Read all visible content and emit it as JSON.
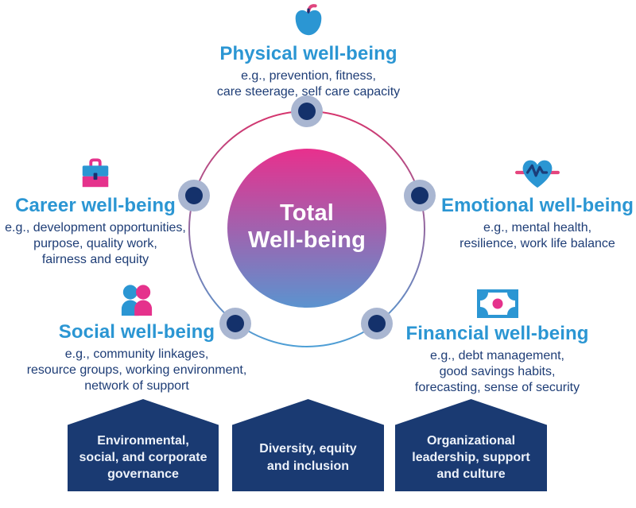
{
  "center": {
    "label": "Total\nWell-being"
  },
  "categories": [
    {
      "id": "physical",
      "icon": "apple-icon",
      "label": "Physical well-being",
      "examples": "e.g., prevention, fitness,\ncare steerage, self care capacity"
    },
    {
      "id": "career",
      "icon": "briefcase-icon",
      "label": "Career well-being",
      "examples": "e.g., development opportunities,\npurpose, quality work,\nfairness and equity"
    },
    {
      "id": "emotional",
      "icon": "heart-pulse-icon",
      "label": "Emotional well-being",
      "examples": "e.g., mental health,\nresilience, work life balance"
    },
    {
      "id": "social",
      "icon": "people-icon",
      "label": "Social well-being",
      "examples": "e.g., community linkages,\nresource groups, working environment,\nnetwork of support"
    },
    {
      "id": "financial",
      "icon": "banknote-icon",
      "label": "Financial well-being",
      "examples": "e.g., debt management,\ngood savings habits,\nforecasting, sense of security"
    }
  ],
  "foundations": [
    {
      "id": "esg",
      "label": "Environmental,\nsocial, and corporate\ngovernance"
    },
    {
      "id": "dei",
      "label": "Diversity, equity\nand inclusion"
    },
    {
      "id": "org",
      "label": "Organizational\nleadership, support\nand culture"
    }
  ],
  "colors": {
    "heading_blue": "#2b96d3",
    "body_navy": "#1e3d76",
    "accent_pink": "#e5328c",
    "stem_pink": "#e0457e",
    "banner_navy": "#1a3a72",
    "node_dot_navy": "#14316b",
    "node_halo": "#a9b6d1",
    "ring_gradient_top": "#d6336c",
    "ring_gradient_bottom": "#4d9fd6",
    "core_gradient_top": "#e8308d",
    "core_gradient_bottom": "#5b93cf"
  }
}
